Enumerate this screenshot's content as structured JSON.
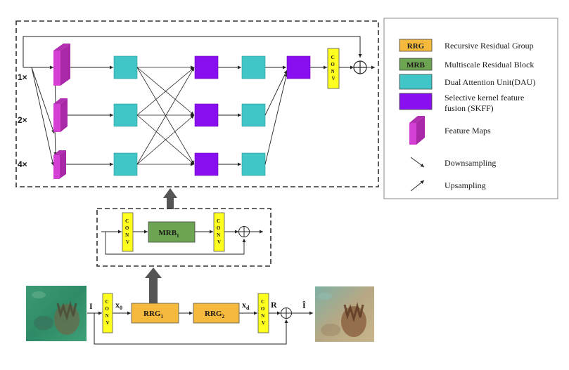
{
  "colors": {
    "rrg": "#f4b93d",
    "mrb": "#6da451",
    "dau": "#40c6c6",
    "skff": "#8a0ff0",
    "feature_map": "#d43fd4",
    "conv": "#ffff20",
    "big_arrow": "#555555",
    "line": "#222222"
  },
  "top_panel": {
    "scales": [
      "1×",
      "2×",
      "4×"
    ],
    "conv_label": [
      "C",
      "O",
      "N",
      "V"
    ]
  },
  "legend": {
    "items": [
      {
        "key": "rrg",
        "swatch_text": "RRG",
        "label": "Recursive Residual Group"
      },
      {
        "key": "mrb",
        "swatch_text": "MRB",
        "label": "Multiscale Residual Block"
      },
      {
        "key": "dau",
        "swatch_text": "",
        "label": "Dual Attention Unit(DAU)"
      },
      {
        "key": "skff",
        "swatch_text": "",
        "label_line1": "Selective kernel feature",
        "label_line2": "fusion (SKFF)"
      },
      {
        "key": "feature_map",
        "swatch_text": "",
        "label": "Feature Maps"
      },
      {
        "key": "down",
        "swatch_text": "",
        "label": "Downsampling"
      },
      {
        "key": "up",
        "swatch_text": "",
        "label": "Upsampling"
      }
    ]
  },
  "middle_panel": {
    "mrb_label": "MRB",
    "mrb_sub": "1",
    "conv_label": [
      "C",
      "O",
      "N",
      "V"
    ]
  },
  "bottom": {
    "input_symbol": "I",
    "x0_main": "x",
    "x0_sub": "0",
    "rrg1_main": "RRG",
    "rrg1_sub": "1",
    "rrg2_main": "RRG",
    "rrg2_sub": "2",
    "xd_main": "x",
    "xd_sub": "d",
    "r_label": "R",
    "output_symbol": "Î",
    "conv_label": [
      "C",
      "O",
      "N",
      "V"
    ]
  }
}
